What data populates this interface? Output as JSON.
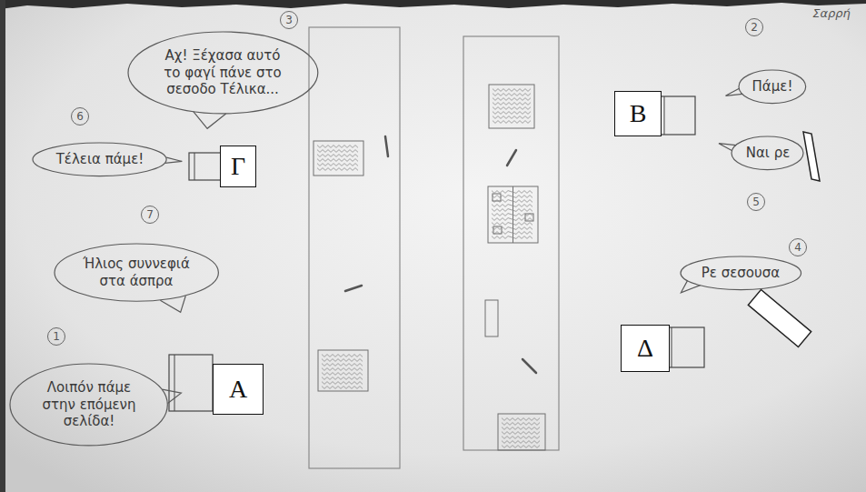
{
  "diagram": {
    "nodes": [
      {
        "text": [
          "Αχ! Ξέχασα αυτό το φαγί πάνε στο σεσοδο Τέλικα..."
        ]
      },
      {
        "text": [
          "Πάμε!"
        ]
      },
      {
        "text": [
          "Β"
        ]
      },
      {
        "text": [
          "Τέλεια πάμε!"
        ]
      },
      {
        "text": [
          "Γ"
        ]
      },
      {
        "text": [
          "Ναι ρε"
        ]
      },
      {
        "text": [
          "Ήλιος συννεφιά στα άσπρα"
        ]
      },
      {
        "text": [
          "Ρε σεσουσα"
        ]
      },
      {
        "text": [
          "Δ"
        ]
      },
      {
        "text": [
          "Λοιπόν πάμε στην επόμενη σελίδα!"
        ]
      },
      {
        "text": [
          "Α"
        ]
      }
    ],
    "labels": [
      "Σαρρή",
      "3",
      "2",
      "6",
      "5",
      "7",
      "4",
      "1"
    ]
  }
}
